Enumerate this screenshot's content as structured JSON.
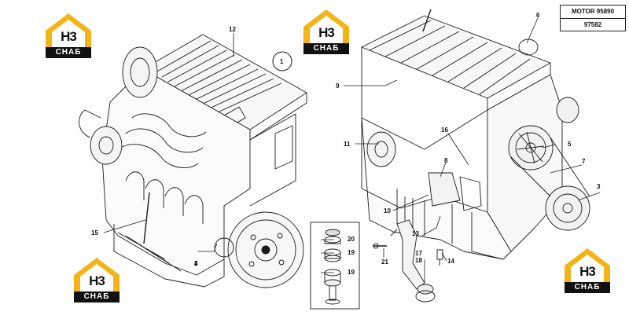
{
  "title_block": {
    "model": "MOTOR 95890",
    "code": "97582"
  },
  "logo": {
    "letters": "H3",
    "word": "СНАБ"
  },
  "callouts": [
    "1",
    "2",
    "3",
    "4",
    "5",
    "6",
    "7",
    "8",
    "9",
    "10",
    "11",
    "12",
    "13",
    "14",
    "15",
    "16",
    "17",
    "18",
    "19",
    "20",
    "21"
  ],
  "colors": {
    "logo_accent": "#f2b417",
    "ink": "#1a1a1a",
    "background": "#ffffff"
  },
  "icons": [
    "engine-left-view-illustration",
    "engine-right-view-illustration",
    "mount-parts-illustration",
    "bracket-illustration",
    "logo-emblem-icon"
  ]
}
